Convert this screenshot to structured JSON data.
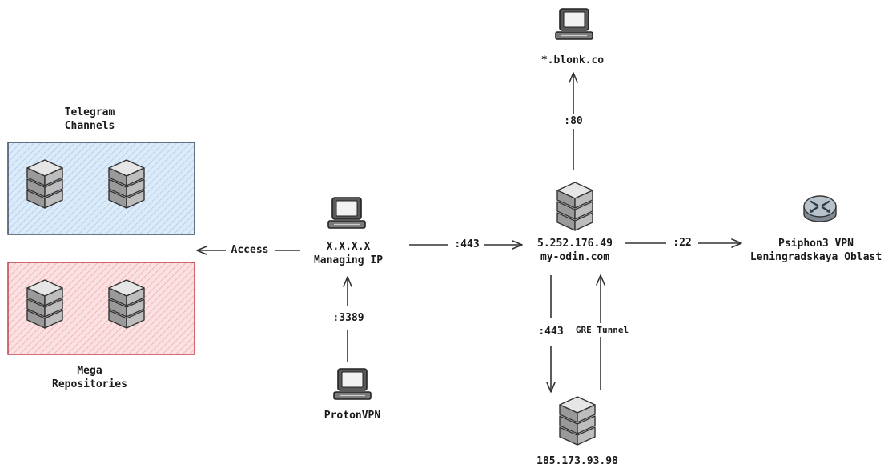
{
  "groups": {
    "telegram": {
      "line1": "Telegram",
      "line2": "Channels",
      "fill": "#cfe3f6",
      "stroke": "#3a4a5a"
    },
    "mega": {
      "line1": "Mega",
      "line2": "Repositories",
      "fill": "#f8d2d4",
      "stroke": "#c0404a"
    }
  },
  "nodes": {
    "managing_ip": {
      "line1": "X.X.X.X",
      "line2": "Managing IP",
      "icon": "laptop-icon"
    },
    "protonvpn": {
      "label": "ProtonVPN",
      "icon": "laptop-icon"
    },
    "odin": {
      "line1": "5.252.176.49",
      "line2": "my-odin.com",
      "icon": "server-icon"
    },
    "blonk": {
      "label": "*.blonk.co",
      "icon": "laptop-icon"
    },
    "psiphon": {
      "line1": "Psiphon3 VPN",
      "line2": "Leningradskaya Oblast",
      "icon": "router-icon"
    },
    "backend": {
      "label": "185.173.93.98",
      "icon": "server-icon"
    }
  },
  "edges": {
    "access": "Access",
    "rdp": ":3389",
    "managing_to_odin": ":443",
    "odin_to_blonk": ":80",
    "odin_to_psiphon": ":22",
    "odin_to_backend": ":443",
    "gre": "GRE Tunnel"
  }
}
